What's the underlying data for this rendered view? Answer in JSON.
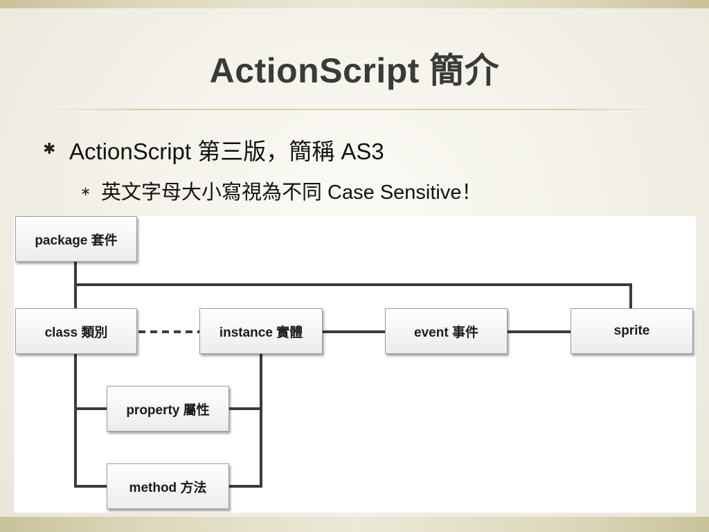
{
  "slide": {
    "title": "ActionScript 簡介",
    "bullets": [
      {
        "marker": "✱",
        "text": "ActionScript 第三版，簡稱 AS3"
      },
      {
        "marker": "∗",
        "text": "英文字母大小寫視為不同 Case Sensitive！"
      }
    ]
  },
  "diagram": {
    "nodes": {
      "package": "package 套件",
      "class": "class 類別",
      "instance": "instance 實體",
      "event": "event 事件",
      "sprite": "sprite",
      "property": "property 屬性",
      "method": "method 方法"
    }
  },
  "colors": {
    "connector": "#3a3a3a",
    "title": "#3a3a38"
  }
}
